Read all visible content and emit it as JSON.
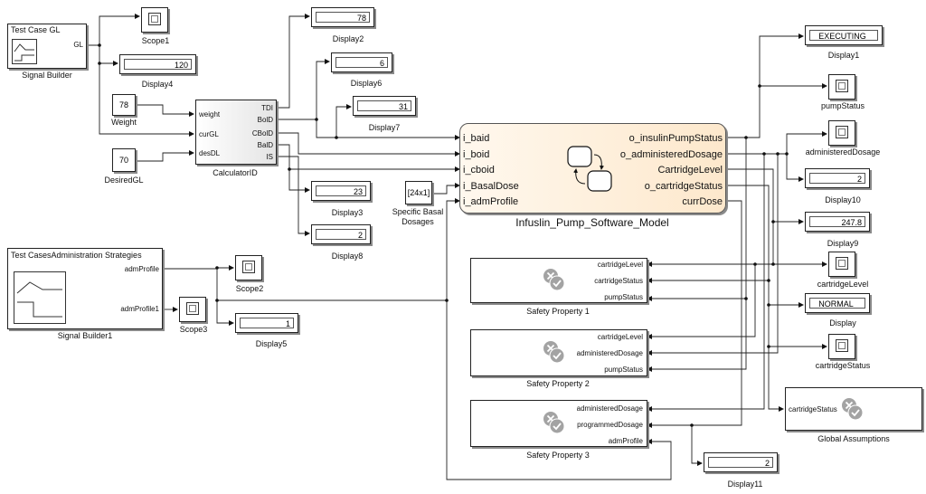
{
  "signal_builder_gl": {
    "title": "Test Case GL",
    "port_out": "GL",
    "caption": "Signal Builder"
  },
  "signal_builder_1": {
    "title": "Test CasesAdministration Strategies",
    "port_out_1": "admProfile",
    "port_out_2": "admProfile1",
    "caption": "Signal Builder1"
  },
  "scope1": {
    "caption": "Scope1"
  },
  "scope2": {
    "caption": "Scope2"
  },
  "scope3": {
    "caption": "Scope3"
  },
  "display4": {
    "value": "120",
    "caption": "Display4"
  },
  "display2": {
    "value": "78",
    "caption": "Display2"
  },
  "display6": {
    "value": "6",
    "caption": "Display6"
  },
  "display7": {
    "value": "31",
    "caption": "Display7"
  },
  "display3": {
    "value": "23",
    "caption": "Display3"
  },
  "display8": {
    "value": "2",
    "caption": "Display8"
  },
  "display5": {
    "value": "1",
    "caption": "Display5"
  },
  "display11": {
    "value": "2",
    "caption": "Display11"
  },
  "display1": {
    "value": "EXECUTING",
    "caption": "Display1"
  },
  "display10": {
    "value": "2",
    "caption": "Display10"
  },
  "display9": {
    "value": "247.8",
    "caption": "Display9"
  },
  "display": {
    "value": "NORMAL",
    "caption": "Display"
  },
  "weight": {
    "value": "78",
    "caption": "Weight"
  },
  "desired_gl": {
    "value": "70",
    "caption": "DesiredGL"
  },
  "calculator": {
    "caption": "CalculatorID",
    "inputs": [
      "weight",
      "curGL",
      "desDL"
    ],
    "outputs": [
      "TDI",
      "BolD",
      "CBolD",
      "BalD",
      "IS"
    ]
  },
  "basal": {
    "value": "[24x1]",
    "caption_1": "Specific Basal",
    "caption_2": "Dosages"
  },
  "pump_model": {
    "caption": "Infuslin_Pump_Software_Model",
    "inputs": [
      "i_baid",
      "i_boid",
      "i_cboid",
      "i_BasalDose",
      "i_admProfile"
    ],
    "outputs": [
      "o_insulinPumpStatus",
      "o_administeredDosage",
      "CartridgeLevel",
      "o_cartridgeStatus",
      "currDose"
    ]
  },
  "scope_pump_status": {
    "caption": "pumpStatus"
  },
  "scope_administered": {
    "caption": "administeredDosage"
  },
  "scope_cartridge_level": {
    "caption": "cartridgeLevel"
  },
  "scope_cartridge_status": {
    "caption": "cartridgeStatus"
  },
  "safety1": {
    "caption": "Safety Property 1",
    "inputs": [
      "cartridgeLevel",
      "cartridgeStatus",
      "pumpStatus"
    ]
  },
  "safety2": {
    "caption": "Safety Property 2",
    "inputs": [
      "cartridgeLevel",
      "administeredDosage",
      "pumpStatus"
    ]
  },
  "safety3": {
    "caption": "Safety Property 3",
    "inputs": [
      "administeredDosage",
      "programmedDosage",
      "admProfile"
    ]
  },
  "global_assumptions": {
    "caption": "Global Assumptions",
    "input": "cartridgeStatus"
  }
}
